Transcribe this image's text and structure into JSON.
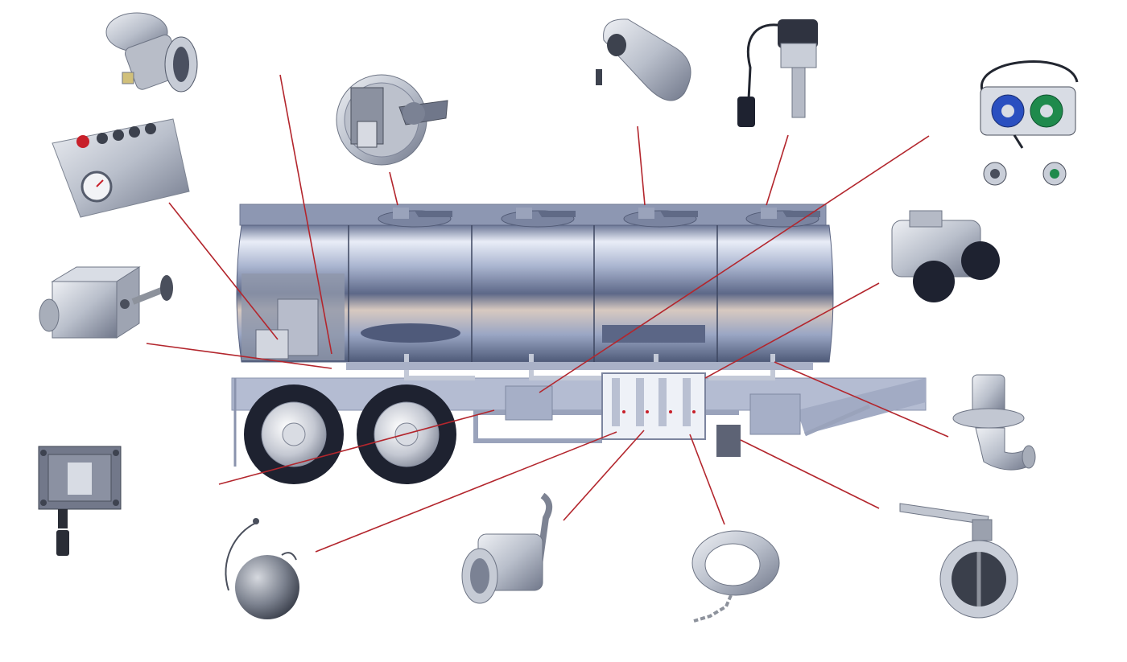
{
  "diagram": {
    "subject": "tanker-trailer-components",
    "colors": {
      "background": "#ffffff",
      "leader_line": "#b3262d",
      "tank_light": "#e6eaf4",
      "tank_mid": "#8d9ab8",
      "tank_dark": "#4e5a78",
      "frame": "#a7b0c8",
      "tire": "#1e2230",
      "component_metal": "#c9ced8",
      "component_dark": "#4a4f5c",
      "connector_blue": "#2a4fc0",
      "connector_green": "#1f8a4c",
      "emergency_red": "#c8202a"
    },
    "compartments": 5,
    "axles": 2,
    "components": [
      {
        "id": "api-coupler",
        "icon": "api-coupler-icon"
      },
      {
        "id": "control-panel",
        "icon": "control-panel-icon"
      },
      {
        "id": "air-valve",
        "icon": "air-valve-icon"
      },
      {
        "id": "junction-box",
        "icon": "junction-box-icon"
      },
      {
        "id": "overfill-sensor-ball",
        "icon": "sensor-ball-icon"
      },
      {
        "id": "manhole-cover",
        "icon": "manhole-cover-icon"
      },
      {
        "id": "vapor-recovery-valve",
        "icon": "vapor-valve-icon"
      },
      {
        "id": "probe-sensor",
        "icon": "probe-sensor-icon"
      },
      {
        "id": "overfill-socket",
        "icon": "overfill-socket-icon"
      },
      {
        "id": "emergency-valve",
        "icon": "emergency-valve-icon"
      },
      {
        "id": "bottom-valve",
        "icon": "bottom-valve-icon"
      },
      {
        "id": "lever-valve",
        "icon": "lever-valve-icon"
      },
      {
        "id": "dust-cap",
        "icon": "dust-cap-icon"
      },
      {
        "id": "butterfly-valve",
        "icon": "butterfly-valve-icon"
      }
    ]
  }
}
